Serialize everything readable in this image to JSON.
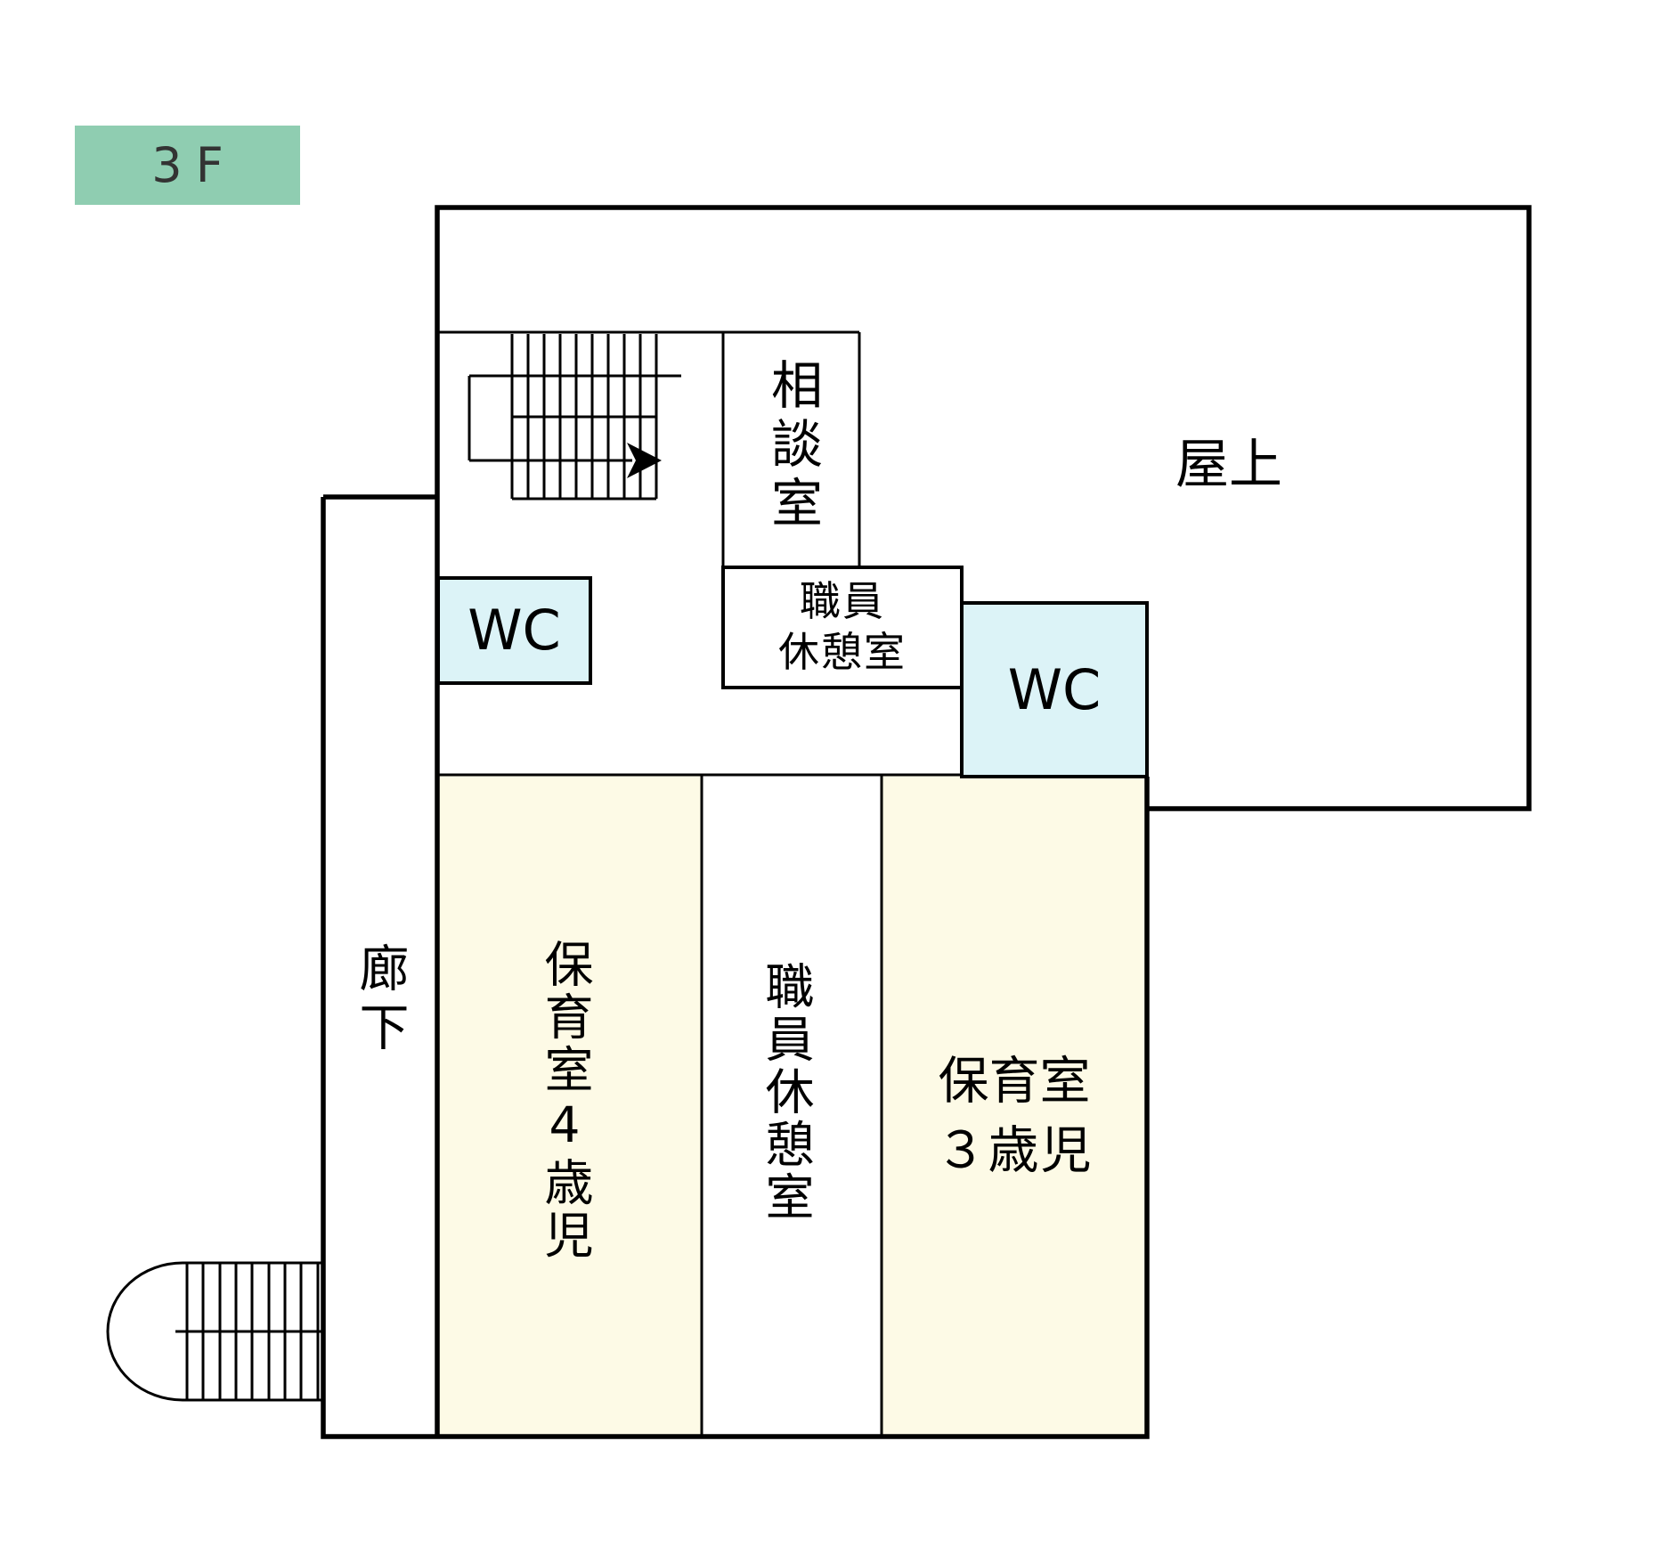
{
  "floor_label": "3F",
  "colors": {
    "floor_badge": "#8FCDB1",
    "wc_fill": "#DCF3F7",
    "room_fill": "#FDFAE6",
    "line": "#000000"
  },
  "rooms": {
    "rooftop": "屋上",
    "consult": "相談室",
    "staff_break_upper": {
      "line1": "職員",
      "line2": "休憩室"
    },
    "wc_left": "WC",
    "wc_right": "WC",
    "corridor": "廊下",
    "nursery4": "保育室4歳児",
    "staff_break_lower": "職員休憩室",
    "nursery3": {
      "line1": "保育室",
      "line2": "３歳児"
    }
  }
}
